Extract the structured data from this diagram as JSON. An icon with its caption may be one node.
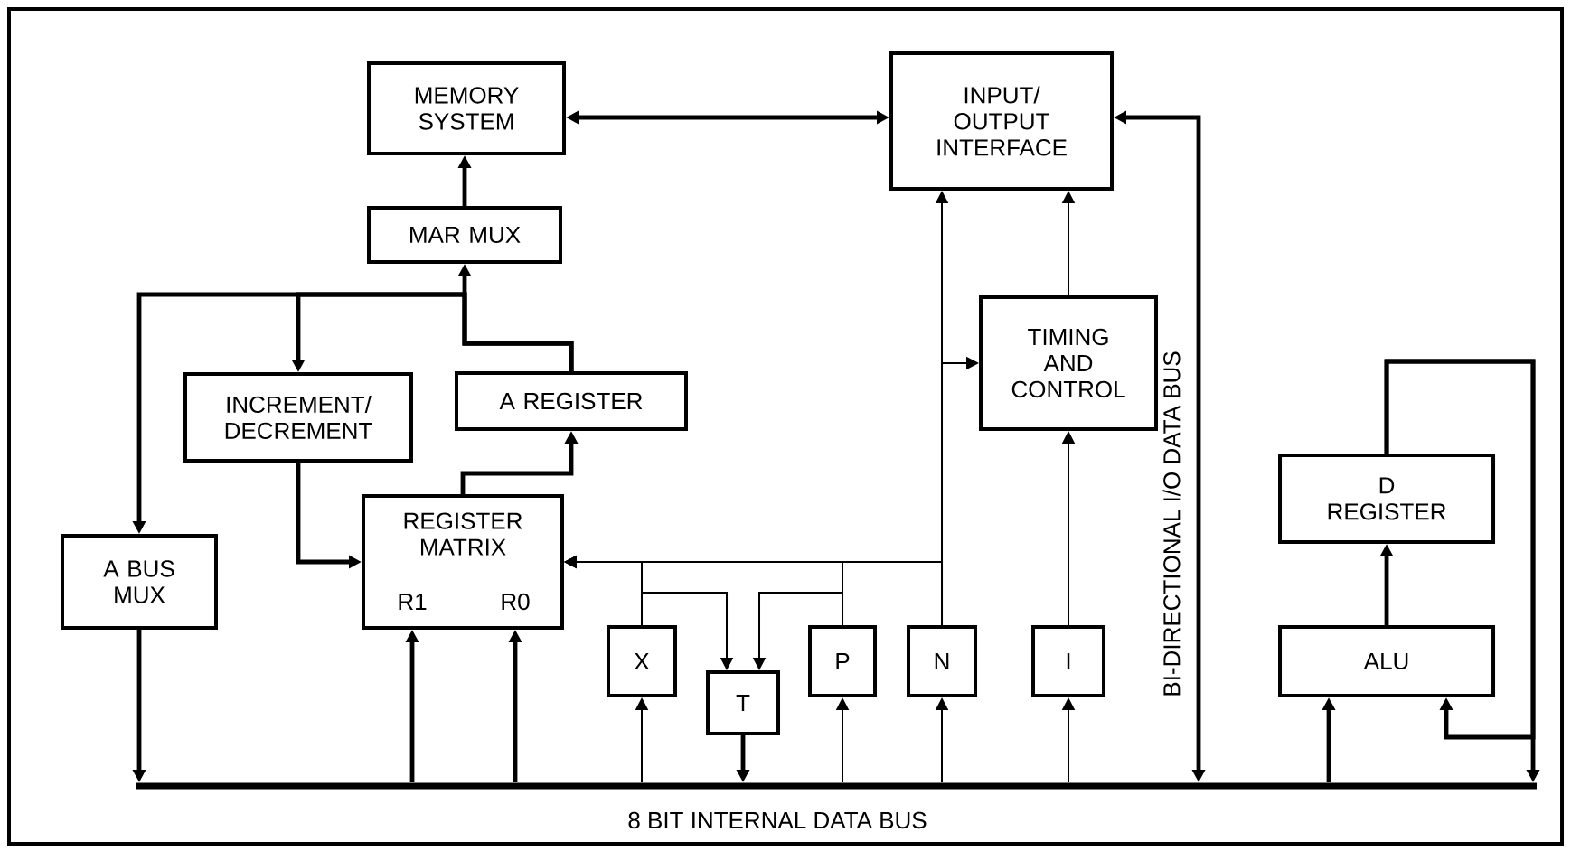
{
  "diagram": {
    "nodes": [
      {
        "text": [
          "MEMORY SYSTEM"
        ]
      },
      {
        "text": [
          "INPUT/ OUTPUT INTERFACE"
        ]
      },
      {
        "text": [
          "MAR MUX"
        ]
      },
      {
        "text": [
          "INCREMENT/ DECREMENT"
        ]
      },
      {
        "text": [
          "A REGISTER"
        ]
      },
      {
        "text": [
          "TIMING AND CONTROL"
        ]
      },
      {
        "text": [
          "D REGISTER"
        ]
      },
      {
        "text": [
          "A BUS MUX"
        ]
      },
      {
        "text": [
          "REGISTER MATRIX",
          "R1",
          "R0"
        ]
      },
      {
        "text": [
          "X"
        ]
      },
      {
        "text": [
          "T"
        ]
      },
      {
        "text": [
          "P"
        ]
      },
      {
        "text": [
          "N"
        ]
      },
      {
        "text": [
          "I"
        ]
      },
      {
        "text": [
          "ALU"
        ]
      },
      {
        "text": [
          "8 BIT INTERNAL DATA BUS"
        ]
      }
    ],
    "edges": [
      {
        "from": 0,
        "to": 1,
        "arrow": "both"
      },
      {
        "from": 2,
        "to": 0,
        "arrow": "to"
      },
      {
        "from": 4,
        "to": 2,
        "arrow": "to"
      },
      {
        "from": 4,
        "to": 3,
        "arrow": "to"
      },
      {
        "from": 4,
        "to": 7,
        "arrow": "to"
      },
      {
        "from": 3,
        "to": 8,
        "arrow": "to"
      },
      {
        "from": 8,
        "to": 4,
        "arrow": "to"
      },
      {
        "from": 7,
        "to": 15,
        "arrow": "to"
      },
      {
        "from": 15,
        "to": 8,
        "arrow": "to"
      },
      {
        "from": 15,
        "to": 8,
        "arrow": "to"
      },
      {
        "from": 9,
        "to": 8,
        "arrow": "to"
      },
      {
        "from": 11,
        "to": 8,
        "arrow": "to"
      },
      {
        "from": 12,
        "to": 8,
        "arrow": "to"
      },
      {
        "from": 12,
        "to": 1,
        "arrow": "to"
      },
      {
        "from": 12,
        "to": 5,
        "arrow": "to"
      },
      {
        "from": 9,
        "to": 10,
        "arrow": "to"
      },
      {
        "from": 11,
        "to": 10,
        "arrow": "to"
      },
      {
        "from": 10,
        "to": 15,
        "arrow": "to"
      },
      {
        "from": 15,
        "to": 9,
        "arrow": "to"
      },
      {
        "from": 15,
        "to": 11,
        "arrow": "to"
      },
      {
        "from": 15,
        "to": 12,
        "arrow": "to"
      },
      {
        "from": 15,
        "to": 13,
        "arrow": "to"
      },
      {
        "from": 13,
        "to": 5,
        "arrow": "to"
      },
      {
        "from": 5,
        "to": 1,
        "arrow": "to"
      },
      {
        "from": 15,
        "to": 1,
        "arrow": "both",
        "label": "BI-DIRECTIONAL I/O DATA BUS"
      },
      {
        "from": 15,
        "to": 14,
        "arrow": "to"
      },
      {
        "from": 14,
        "to": 6,
        "arrow": "to"
      },
      {
        "from": 6,
        "to": 15,
        "arrow": "to"
      },
      {
        "from": 6,
        "to": 14,
        "arrow": "to"
      }
    ]
  }
}
